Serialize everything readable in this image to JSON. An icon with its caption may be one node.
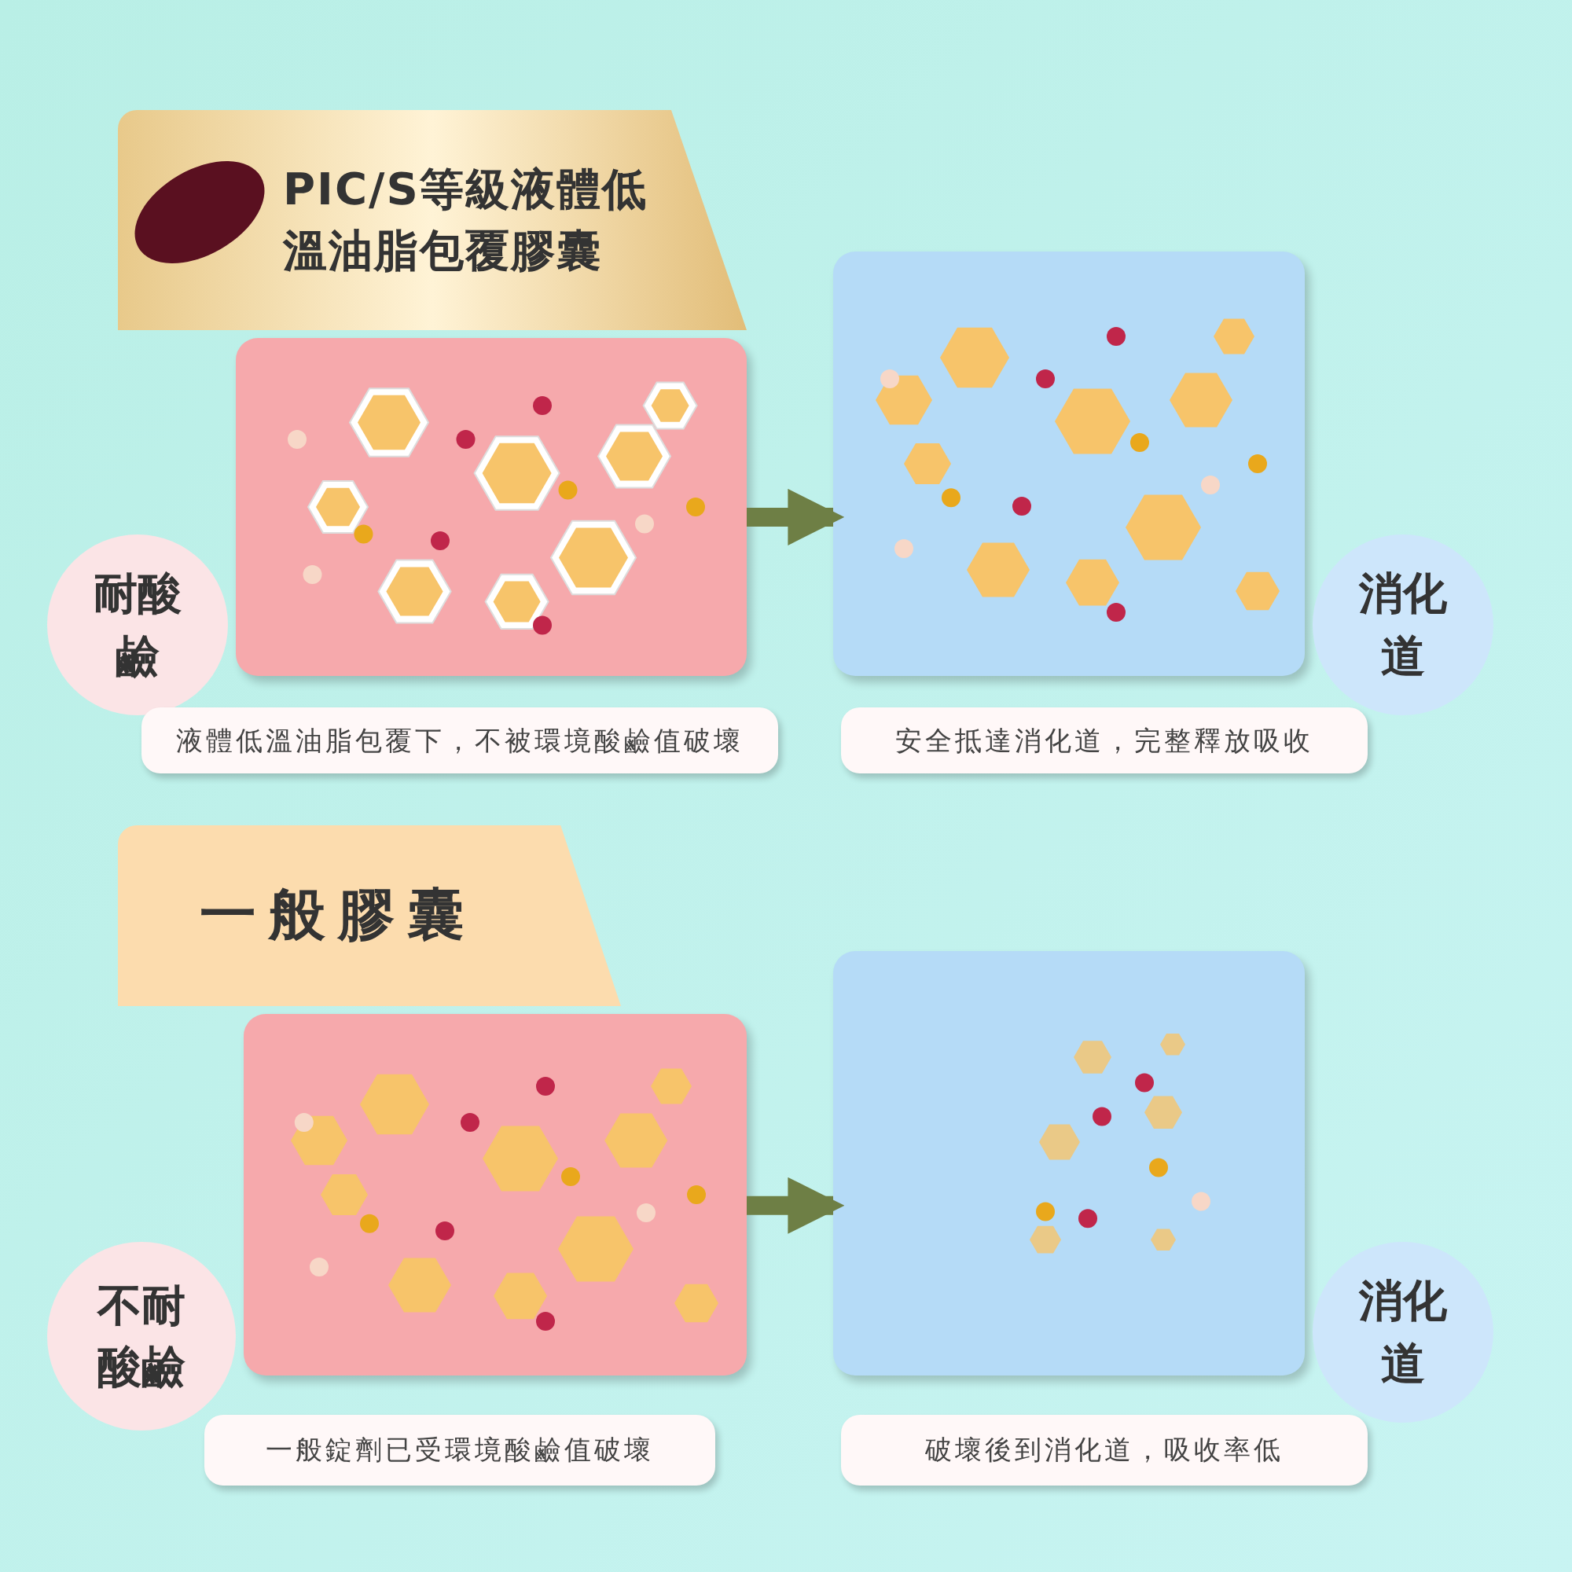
{
  "diagram": {
    "nodes": [
      {
        "text": [
          "PIC/S等級液體低溫油脂包覆膠囊"
        ]
      },
      {
        "text": [],
        "shape": "box"
      },
      {
        "text": [],
        "shape": "box"
      },
      {
        "text": [
          "耐酸鹼"
        ]
      },
      {
        "text": [
          "消化道"
        ]
      },
      {
        "text": [
          "液體低溫油脂包覆下，不被環境酸鹼值破壞"
        ]
      },
      {
        "text": [
          "安全抵達消化道，完整釋放吸收"
        ]
      },
      {
        "text": [
          "一般膠囊"
        ]
      },
      {
        "text": [],
        "shape": "box"
      },
      {
        "text": [],
        "shape": "box"
      },
      {
        "text": [
          "不耐酸鹼"
        ]
      },
      {
        "text": [
          "消化道"
        ]
      },
      {
        "text": [
          "一般錠劑已受環境酸鹼值破壞"
        ]
      },
      {
        "text": [
          "破壞後到消化道，吸收率低"
        ]
      }
    ],
    "edges": [
      {
        "from": 1,
        "to": 2,
        "arrow": "to"
      },
      {
        "from": 8,
        "to": 9,
        "arrow": "to"
      }
    ]
  }
}
